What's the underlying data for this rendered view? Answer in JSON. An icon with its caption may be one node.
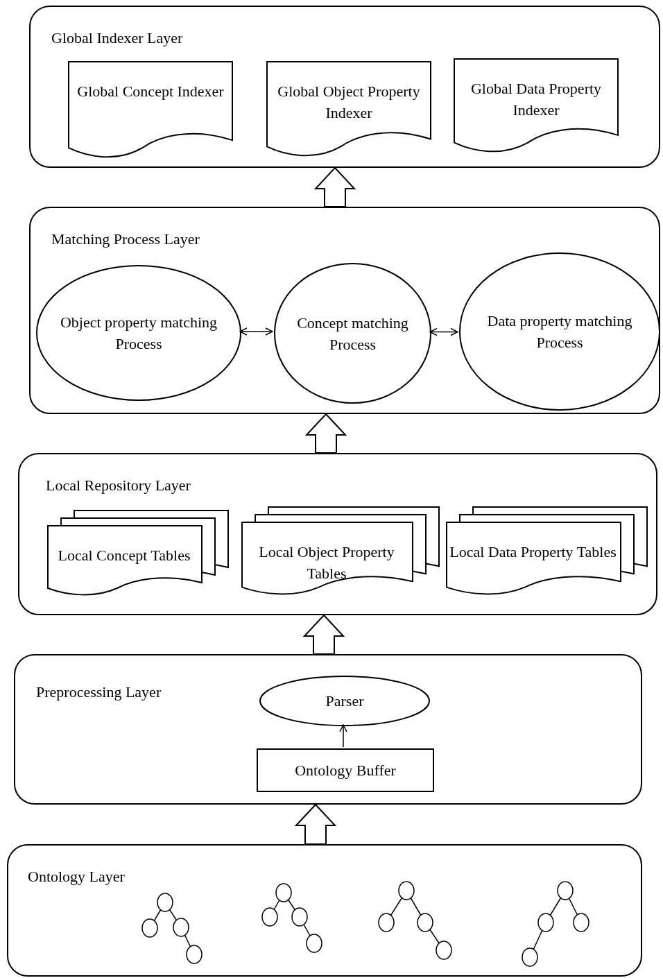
{
  "diagram": {
    "nodes": [
      {
        "text": [
          "Global Indexer Layer"
        ]
      },
      {
        "text": [
          "Global Concept Indexer"
        ],
        "in": 0
      },
      {
        "text": [
          "Global Object Property Indexer"
        ],
        "in": 0
      },
      {
        "text": [
          "Global Data Property Indexer"
        ],
        "in": 0
      },
      {
        "text": [
          "Matching Process Layer"
        ]
      },
      {
        "text": [
          "Object property matching Process"
        ],
        "in": 4
      },
      {
        "text": [
          "Concept matching Process"
        ],
        "in": 4
      },
      {
        "text": [
          "Data property matching Process"
        ],
        "in": 4
      },
      {
        "text": [
          "Local Repository Layer"
        ]
      },
      {
        "text": [
          "Local Concept Tables"
        ],
        "in": 8
      },
      {
        "text": [
          "Local Object Property Tables"
        ],
        "in": 8
      },
      {
        "text": [
          "Local Data Property Tables"
        ],
        "in": 8
      },
      {
        "text": [
          "Preprocessing Layer"
        ]
      },
      {
        "text": [
          "Parser"
        ],
        "in": 12
      },
      {
        "text": [
          "Ontology Buffer"
        ],
        "in": 12
      },
      {
        "text": [
          "Ontology Layer"
        ]
      }
    ],
    "edges": [
      {
        "from": 4,
        "to": 0,
        "arrow": "to",
        "style": "thick"
      },
      {
        "from": 5,
        "to": 6,
        "arrow": "both"
      },
      {
        "from": 6,
        "to": 7,
        "arrow": "both"
      },
      {
        "from": 8,
        "to": 4,
        "arrow": "to",
        "style": "thick"
      },
      {
        "from": 12,
        "to": 8,
        "arrow": "to",
        "style": "thick"
      },
      {
        "from": 14,
        "to": 13,
        "arrow": "to"
      },
      {
        "from": 15,
        "to": 12,
        "arrow": "to",
        "style": "thick"
      }
    ]
  }
}
